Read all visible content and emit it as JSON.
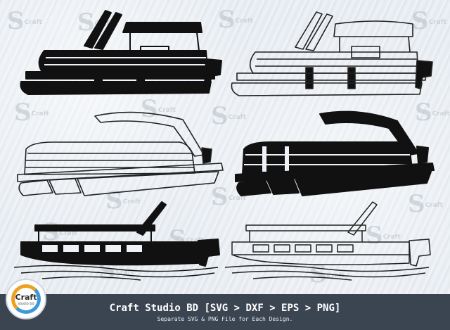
{
  "footer": {
    "title": "Craft Studio BD [SVG > DXF > EPS > PNG]",
    "subtitle": "Separate SVG & PNG File for Each Design."
  },
  "logo": {
    "name": "Craft",
    "tag": "studio bd"
  },
  "watermark": {
    "mark": "S",
    "label": "Craft"
  },
  "colors": {
    "footer_bg": "#3b4552",
    "silhouette": "#111111",
    "outline": "#222222",
    "logo_orange": "#f0a020",
    "logo_blue": "#3a9ad9"
  }
}
